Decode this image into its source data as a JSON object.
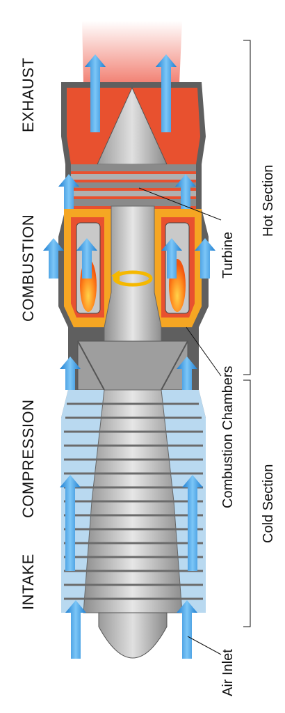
{
  "stages": {
    "exhaust": "EXHAUST",
    "combustion": "COMBUSTION",
    "compression": "COMPRESSION",
    "intake": "INTAKE"
  },
  "callouts": {
    "turbine": "Turbine",
    "combustion_chambers": "Combustion Chambers",
    "air_inlet": "Air Inlet"
  },
  "sections": {
    "hot": "Hot Section",
    "cold": "Cold Section"
  },
  "colors": {
    "exhaust": "#e8512f",
    "combustion": "#f5a623",
    "airflow": "#3ba0e6",
    "cold_air": "#b9d9f0",
    "metal": "#bdbdbd",
    "casing": "#6e6e6e"
  }
}
